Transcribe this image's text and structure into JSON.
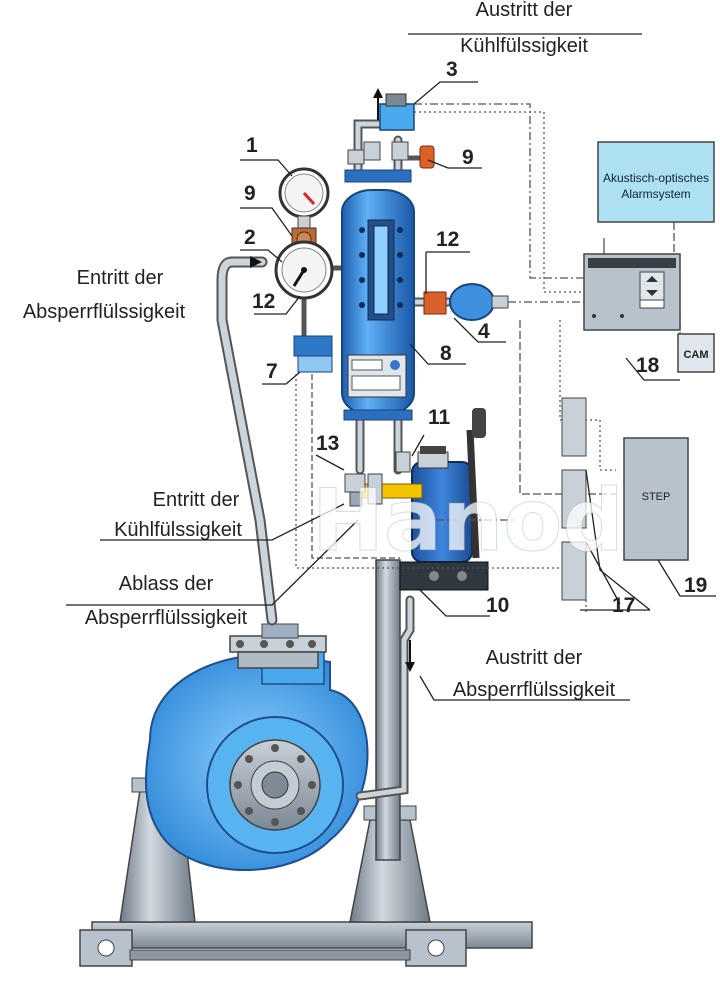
{
  "labels": {
    "austritt_kuehl_line1": "Austritt der",
    "austritt_kuehl_line2": "Kühlfülssigkeit",
    "entritt_absperr_line1": "Entritt der",
    "entritt_absperr_line2": "Absperrflülssigkeit",
    "entritt_kuehl_line1": "Entritt der",
    "entritt_kuehl_line2": "Kühlfülssigkeit",
    "ablass_line1": "Ablass der",
    "ablass_line2": "Absperrflülssigkeit",
    "austritt_absperr_line1": "Austritt der",
    "austritt_absperr_line2": "Absperrflülssigkeit"
  },
  "callouts": {
    "n1": "1",
    "n2": "2",
    "n3": "3",
    "n4": "4",
    "n7": "7",
    "n8": "8",
    "n9a": "9",
    "n9b": "9",
    "n10": "10",
    "n11": "11",
    "n12a": "12",
    "n12b": "12",
    "n13": "13",
    "n17": "17",
    "n18": "18",
    "n19": "19"
  },
  "devices": {
    "alarm_line1": "Akustisch-optisches",
    "alarm_line2": "Alarmsystem",
    "cam": "CAM",
    "step": "STEP"
  },
  "watermark": "Hanod",
  "colors": {
    "vessel": "#3f8fe0",
    "pump": "#4aa8ec",
    "steel": "#9aa6b2",
    "alarm_panel": "#aee0f4",
    "watermark": "#ffffff"
  }
}
